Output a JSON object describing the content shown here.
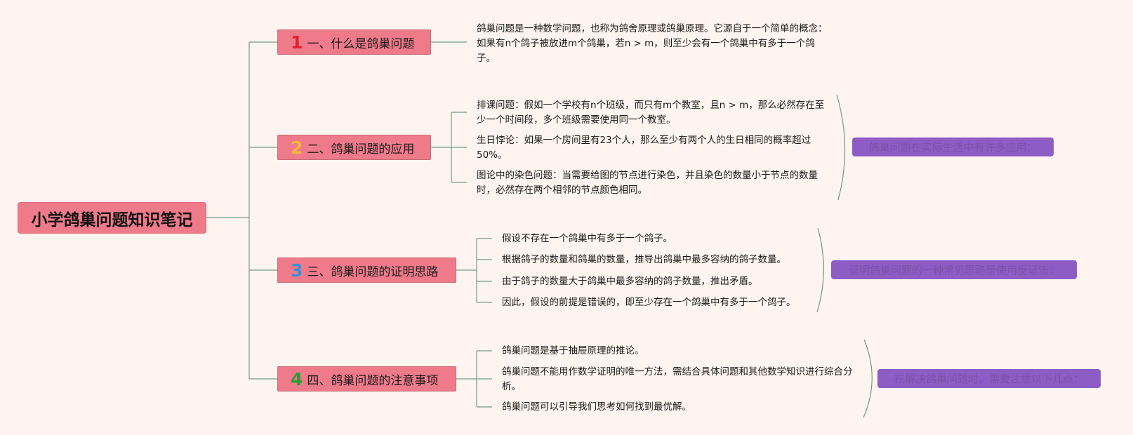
{
  "root": {
    "title": "小学鸽巢问题知识笔记"
  },
  "colors": {
    "badge1": "#e0222e",
    "badge2": "#f6b73c",
    "badge3": "#3a8fd8",
    "badge4": "#2e9a3a",
    "line": "#6e9d84"
  },
  "branches": [
    {
      "badge": "1",
      "label": "一、什么是鸽巢问题",
      "items": [
        "鸽巢问题是一种数学问题，也称为鸽舍原理或鸽巢原理。它源自于一个简单的概念：如果有n个鸽子被放进m个鸽巢，若n > m，则至少会有一个鸽巢中有多于一个鸽子。"
      ]
    },
    {
      "badge": "2",
      "label": "二、鸽巢问题的应用",
      "items": [
        "排课问题：假如一个学校有n个班级，而只有m个教室，且n > m，那么必然存在至少一个时间段，多个班级需要使用同一个教室。",
        "生日悖论：如果一个房间里有23个人，那么至少有两个人的生日相同的概率超过50%。",
        "图论中的染色问题：当需要给图的节点进行染色，并且染色的数量小于节点的数量时，必然存在两个相邻的节点颜色相同。"
      ],
      "summary": "鸽巢问题在实际生活中有许多应用："
    },
    {
      "badge": "3",
      "label": "三、鸽巢问题的证明思路",
      "items": [
        "假设不存在一个鸽巢中有多于一个鸽子。",
        "根据鸽子的数量和鸽巢的数量，推导出鸽巢中最多容纳的鸽子数量。",
        "由于鸽子的数量大于鸽巢中最多容纳的鸽子数量，推出矛盾。",
        "因此，假设的前提是错误的，即至少存在一个鸽巢中有多于一个鸽子。"
      ],
      "summary": "证明鸽巢问题的一种常见思路是使用反证法："
    },
    {
      "badge": "4",
      "label": "四、鸽巢问题的注意事项",
      "items": [
        "鸽巢问题是基于抽屉原理的推论。",
        "鸽巢问题不能用作数学证明的唯一方法，需结合具体问题和其他数学知识进行综合分析。",
        "鸽巢问题可以引导我们思考如何找到最优解。"
      ],
      "summary": "在解决鸽巢问题时，需要注意以下几点："
    }
  ]
}
